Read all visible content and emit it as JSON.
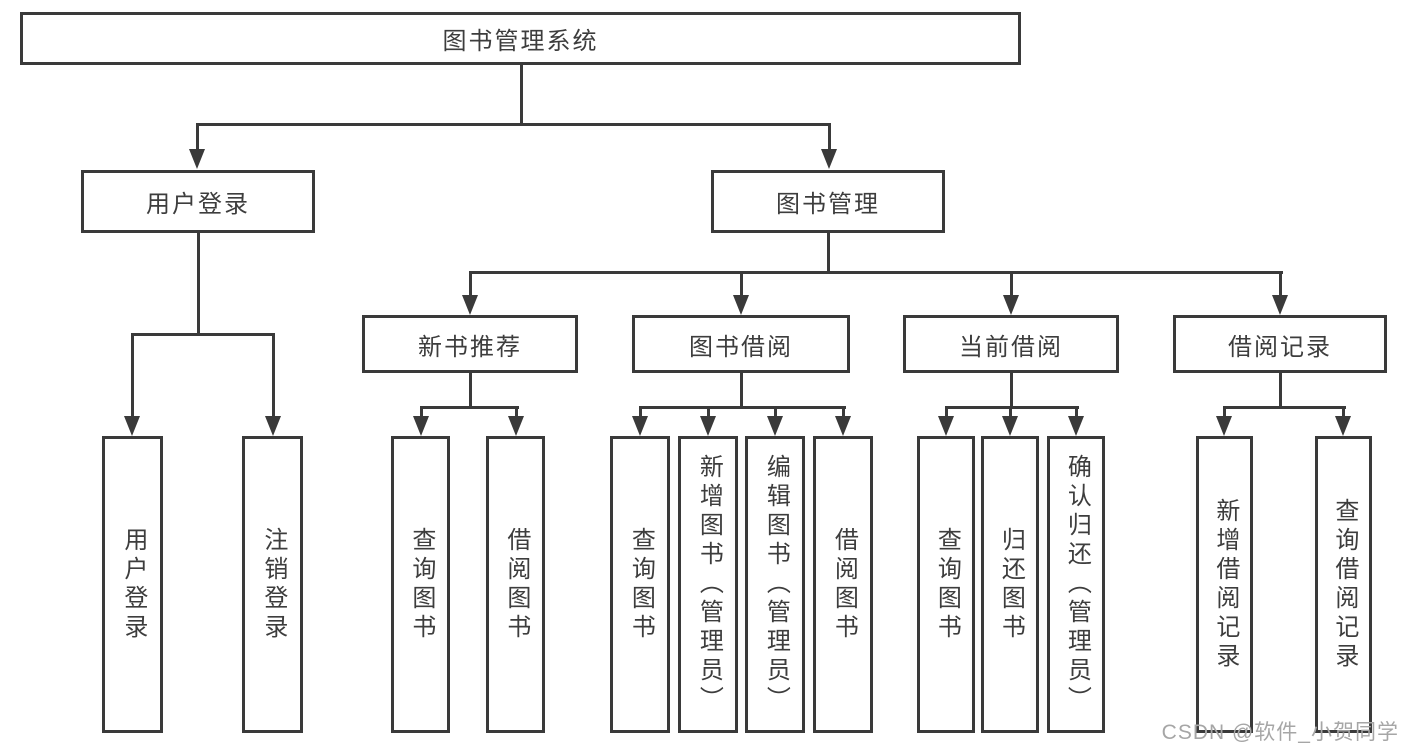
{
  "tree": {
    "root": {
      "label": "图书管理系统"
    },
    "branches": [
      {
        "label": "用户登录",
        "children": [
          {
            "label": "用户登录"
          },
          {
            "label": "注销登录"
          }
        ]
      },
      {
        "label": "图书管理",
        "groups": [
          {
            "label": "新书推荐",
            "children": [
              {
                "label": "查询图书"
              },
              {
                "label": "借阅图书"
              }
            ]
          },
          {
            "label": "图书借阅",
            "children": [
              {
                "label": "查询图书"
              },
              {
                "label": "新增图书（管理员）"
              },
              {
                "label": "编辑图书（管理员）"
              },
              {
                "label": "借阅图书"
              }
            ]
          },
          {
            "label": "当前借阅",
            "children": [
              {
                "label": "查询图书"
              },
              {
                "label": "归还图书"
              },
              {
                "label": "确认归还（管理员）"
              }
            ]
          },
          {
            "label": "借阅记录",
            "children": [
              {
                "label": "新增借阅记录"
              },
              {
                "label": "查询借阅记录"
              }
            ]
          }
        ]
      }
    ]
  },
  "watermark": {
    "text": "CSDN @软件_小贺同学"
  },
  "colors": {
    "line": "#3a3a3a",
    "box_border": "#3a3a3a",
    "text": "#3d3d3d",
    "watermark_text": "#a6a6a6",
    "background": "#ffffff"
  }
}
